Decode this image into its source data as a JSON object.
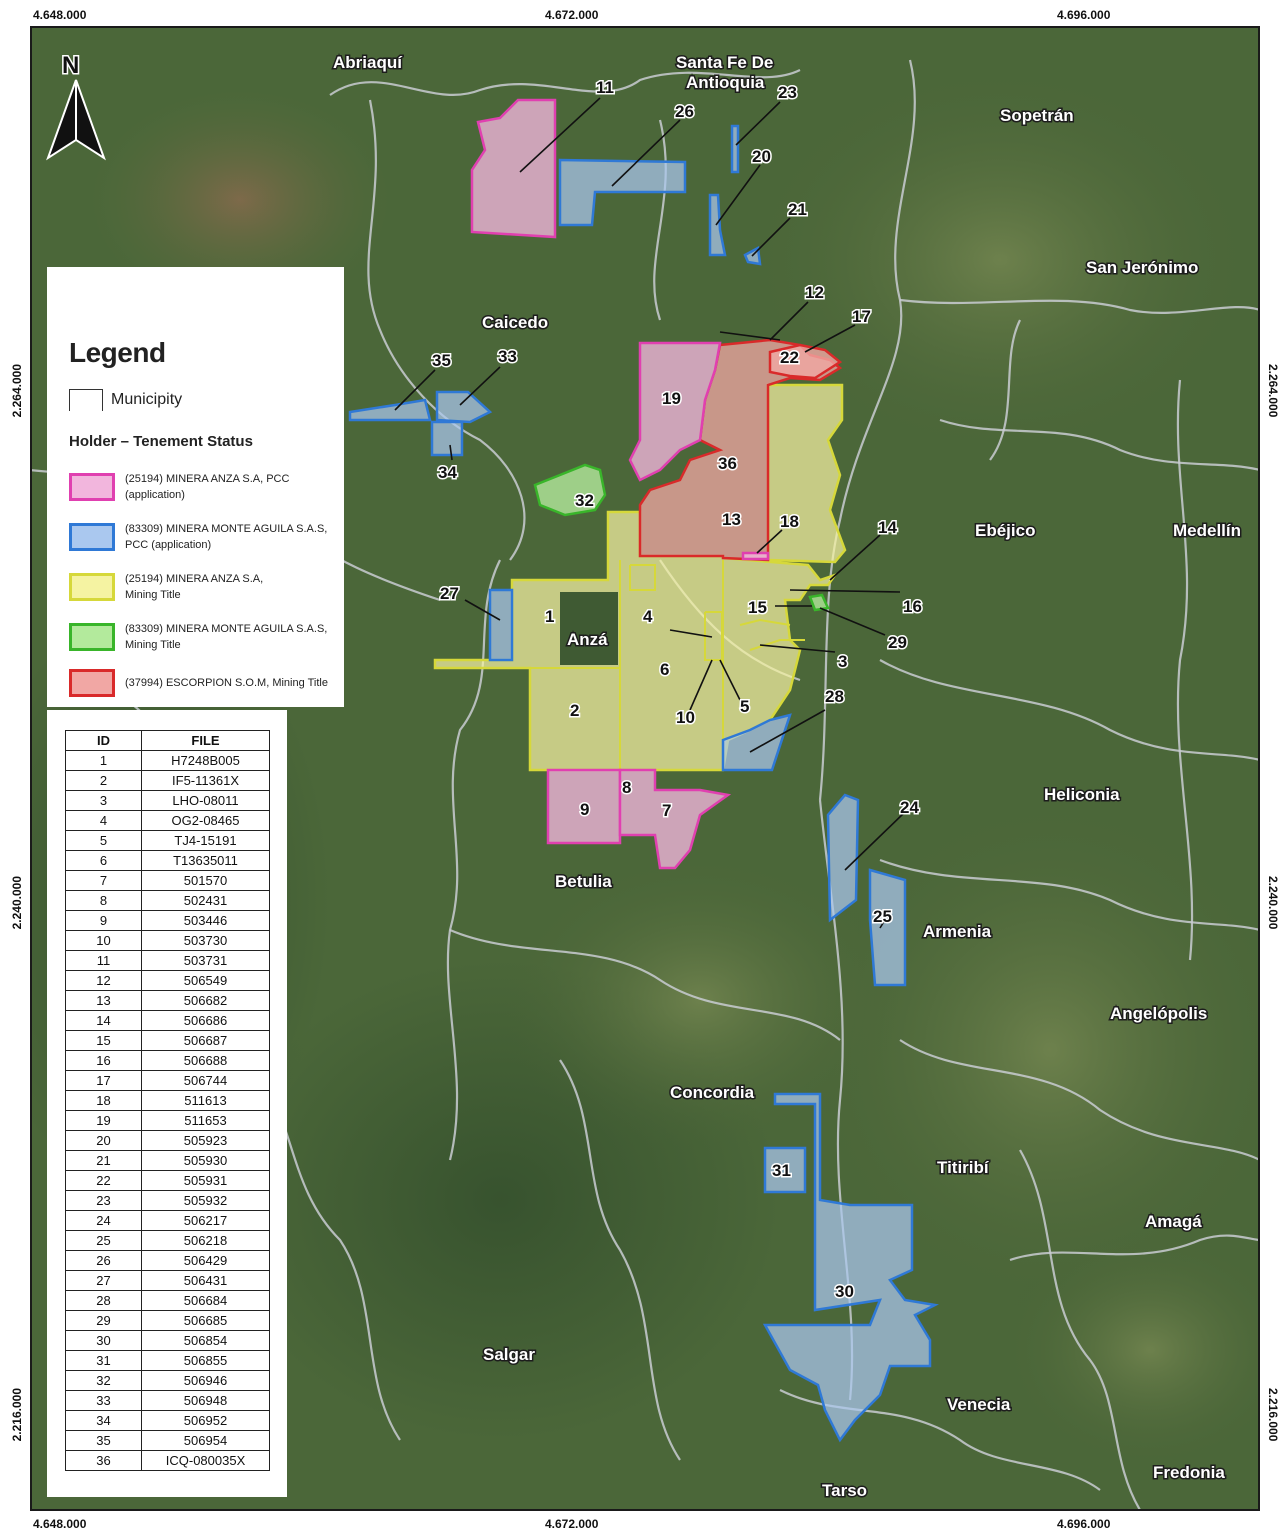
{
  "coords": {
    "top": [
      "4.648.000",
      "4.672.000",
      "4.696.000"
    ],
    "bottom": [
      "4.648.000",
      "4.672.000",
      "4.696.000"
    ],
    "left": [
      "2.264.000",
      "2.240.000",
      "2.216.000"
    ],
    "right": [
      "2.264.000",
      "2.240.000",
      "2.216.000"
    ]
  },
  "north_label": "N",
  "legend": {
    "title": "Legend",
    "municipality_label": "Municipity",
    "status_title": "Holder – Tenement Status",
    "items": [
      {
        "line1": "(25194) MINERA ANZA S.A, PCC",
        "line2": "(application)",
        "fill": "#f2b6dd",
        "border": "#e040b0"
      },
      {
        "line1": "(83309) MINERA MONTE AGUILA S.A.S,",
        "line2": "PCC (application)",
        "fill": "#aac8ef",
        "border": "#2f79d6"
      },
      {
        "line1": "(25194) MINERA ANZA S.A,",
        "line2": "Mining Title",
        "fill": "#f5f3a2",
        "border": "#d6d83a"
      },
      {
        "line1": "(83309) MINERA MONTE AGUILA S.A.S,",
        "line2": "Mining Title",
        "fill": "#b3ea9c",
        "border": "#39b52a"
      },
      {
        "line1": "(37994) ESCORPION S.O.M, Mining Title",
        "line2": "",
        "fill": "#f1a7a4",
        "border": "#d92a2a"
      }
    ]
  },
  "table": {
    "headers": [
      "ID",
      "FILE"
    ],
    "rows": [
      [
        "1",
        "H7248B005"
      ],
      [
        "2",
        "IF5-11361X"
      ],
      [
        "3",
        "LHO-08011"
      ],
      [
        "4",
        "OG2-08465"
      ],
      [
        "5",
        "TJ4-15191"
      ],
      [
        "6",
        "T13635011"
      ],
      [
        "7",
        "501570"
      ],
      [
        "8",
        "502431"
      ],
      [
        "9",
        "503446"
      ],
      [
        "10",
        "503730"
      ],
      [
        "11",
        "503731"
      ],
      [
        "12",
        "506549"
      ],
      [
        "13",
        "506682"
      ],
      [
        "14",
        "506686"
      ],
      [
        "15",
        "506687"
      ],
      [
        "16",
        "506688"
      ],
      [
        "17",
        "506744"
      ],
      [
        "18",
        "511613"
      ],
      [
        "19",
        "511653"
      ],
      [
        "20",
        "505923"
      ],
      [
        "21",
        "505930"
      ],
      [
        "22",
        "505931"
      ],
      [
        "23",
        "505932"
      ],
      [
        "24",
        "506217"
      ],
      [
        "25",
        "506218"
      ],
      [
        "26",
        "506429"
      ],
      [
        "27",
        "506431"
      ],
      [
        "28",
        "506684"
      ],
      [
        "29",
        "506685"
      ],
      [
        "30",
        "506854"
      ],
      [
        "31",
        "506855"
      ],
      [
        "32",
        "506946"
      ],
      [
        "33",
        "506948"
      ],
      [
        "34",
        "506952"
      ],
      [
        "35",
        "506954"
      ],
      [
        "36",
        "ICQ-080035X"
      ]
    ]
  },
  "places": [
    "Abriaquí",
    "Santa Fe De",
    "Antioquia",
    "Sopetrán",
    "San Jerónimo",
    "Caicedo",
    "Ebéjico",
    "Medellín",
    "Anzá",
    "Heliconia",
    "Betulia",
    "Armenia",
    "Angelópolis",
    "Concordia",
    "Titiribí",
    "Amagá",
    "Salgar",
    "Venecia",
    "Fredonia",
    "Tarso"
  ],
  "ids": [
    "1",
    "2",
    "3",
    "4",
    "5",
    "6",
    "7",
    "8",
    "9",
    "10",
    "11",
    "12",
    "13",
    "14",
    "15",
    "16",
    "17",
    "18",
    "19",
    "20",
    "21",
    "22",
    "23",
    "24",
    "25",
    "26",
    "27",
    "28",
    "29",
    "30",
    "31",
    "32",
    "33",
    "34",
    "35",
    "36"
  ]
}
